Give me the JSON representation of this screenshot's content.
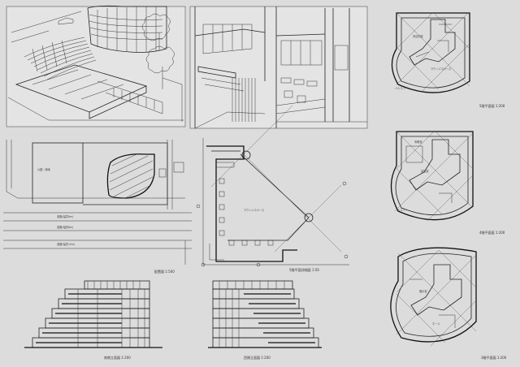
{
  "board": {
    "background": "#dcdcdd",
    "line_color": "#222222"
  },
  "labels": {
    "perspective_left": "",
    "perspective_right": "",
    "plan_5f": "5階平面図 1:200",
    "plan_4f": "4階平面図 1:200",
    "plan_3f": "3階平面図 1:200",
    "site_plan": "配置図 1:500",
    "detail_5f": "5階平面詳細図 1:50",
    "elev_south": "南側立面図 1:200",
    "elev_west": "西側立面図 1:200",
    "site_park": "公園・緑地",
    "road_1": "道路(幅員6m)",
    "road_2": "道路(幅員8m)",
    "road_3": "道路(幅員12m)",
    "detail_space": "ラウンジスペース",
    "plan_room_a": "多目的室",
    "plan_room_b": "会議室",
    "plan_room_c": "ラウンジスペース",
    "plan_room_d": "事務室",
    "plan_room_e": "展示室",
    "plan_room_f": "ホール",
    "plan_balcony": "バルコニー"
  }
}
